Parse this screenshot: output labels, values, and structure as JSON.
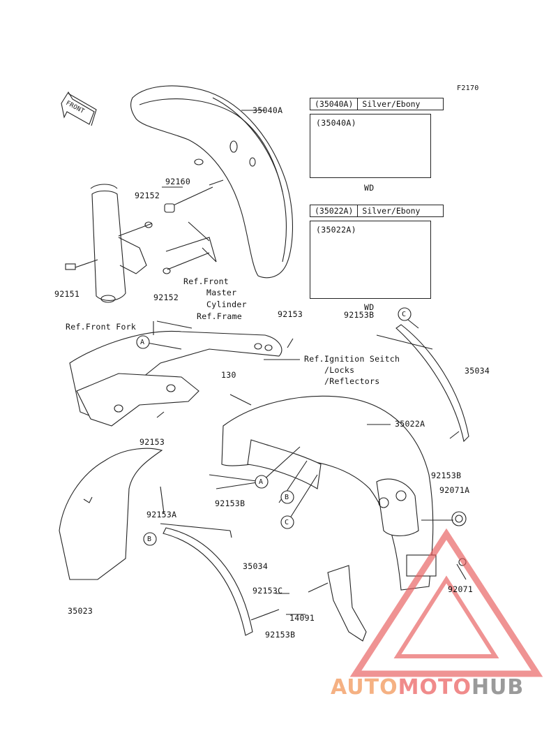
{
  "figure_id": "F2170",
  "front_label": "FRONT",
  "inset1": {
    "code": "(35040A)",
    "desc": "Silver/Ebony",
    "inner_code": "(35040A)",
    "note": "WD"
  },
  "inset2": {
    "code": "(35022A)",
    "desc": "Silver/Ebony",
    "inner_code": "(35022A)",
    "note": "WD"
  },
  "parts": {
    "p35040A": "35040A",
    "p92160": "92160",
    "p92152a": "92152",
    "p92152b": "92152",
    "p92151": "92151",
    "p92153a": "92153",
    "p92153b": "92153",
    "p92153B1": "92153B",
    "p92153B2": "92153B",
    "p92153B3": "92153B",
    "p92153B4": "92153B",
    "p92153A": "92153A",
    "p92153C": "92153C",
    "p35034a": "35034",
    "p35034b": "35034",
    "p35022A": "35022A",
    "p92071A": "92071A",
    "p92071": "92071",
    "p130": "130",
    "p35023": "35023",
    "p14091": "14091"
  },
  "refs": {
    "front_master": [
      "Ref.Front",
      "Master",
      "Cylinder"
    ],
    "front_fork": "Ref.Front Fork",
    "frame": "Ref.Frame",
    "ignition": [
      "Ref.Ignition Seitch",
      "/Locks",
      "/Reflectors"
    ]
  },
  "callouts": {
    "a1": "A",
    "a2": "A",
    "b1": "B",
    "b2": "B",
    "c1": "C",
    "c2": "C"
  },
  "watermark": {
    "part1": "AUTO",
    "part2": "MOTO",
    "part3": "HUB"
  },
  "colors": {
    "line": "#222222",
    "watermark_red": "#e85a5a",
    "watermark_orange": "#f5b183",
    "watermark_gray": "#9a9a9a"
  }
}
